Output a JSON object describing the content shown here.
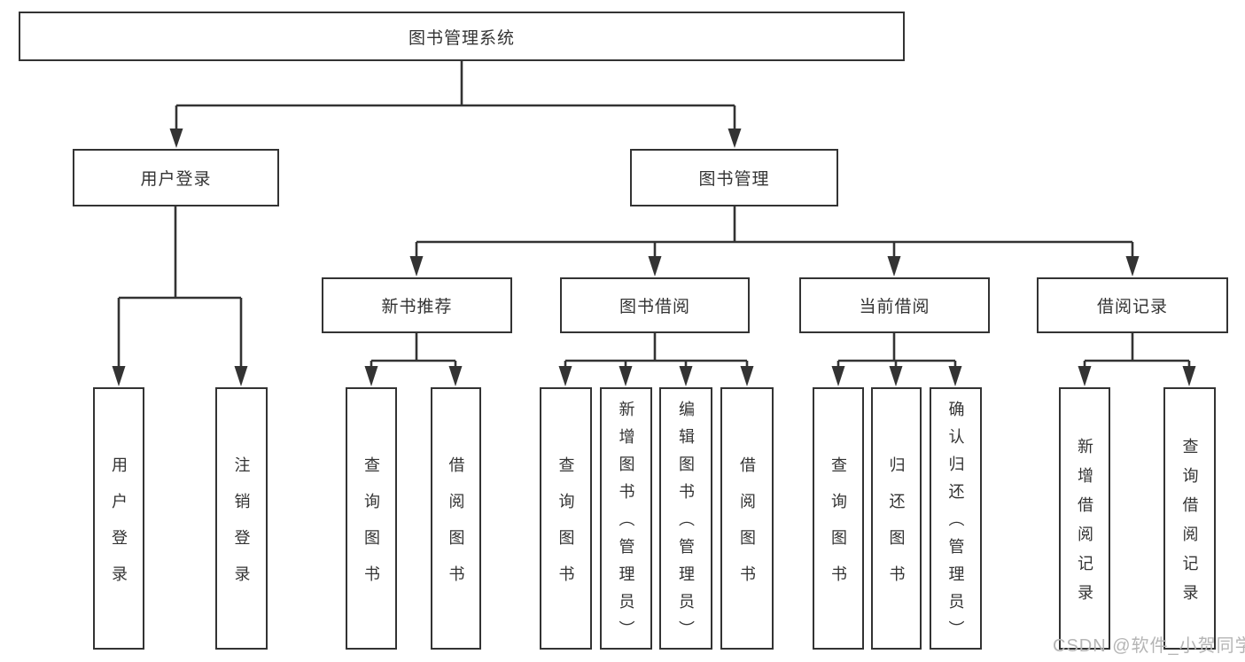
{
  "tree": {
    "root": "图书管理系统",
    "branches": [
      {
        "label": "用户登录",
        "children": [
          "用户登录",
          "注销登录"
        ]
      },
      {
        "label": "图书管理",
        "groups": [
          {
            "label": "新书推荐",
            "children": [
              "查询图书",
              "借阅图书"
            ]
          },
          {
            "label": "图书借阅",
            "children": [
              "查询图书",
              "新增图书（管理员）",
              "编辑图书（管理员）",
              "借阅图书"
            ]
          },
          {
            "label": "当前借阅",
            "children": [
              "查询图书",
              "归还图书",
              "确认归还（管理员）"
            ]
          },
          {
            "label": "借阅记录",
            "children": [
              "新增借阅记录",
              "查询借阅记录"
            ]
          }
        ]
      }
    ]
  },
  "watermark": "CSDN @软件_小贺同学",
  "colors": {
    "line": "#333333",
    "box_border": "#333333",
    "text": "#333333",
    "watermark": "#b5b5b5",
    "background": "#ffffff"
  }
}
